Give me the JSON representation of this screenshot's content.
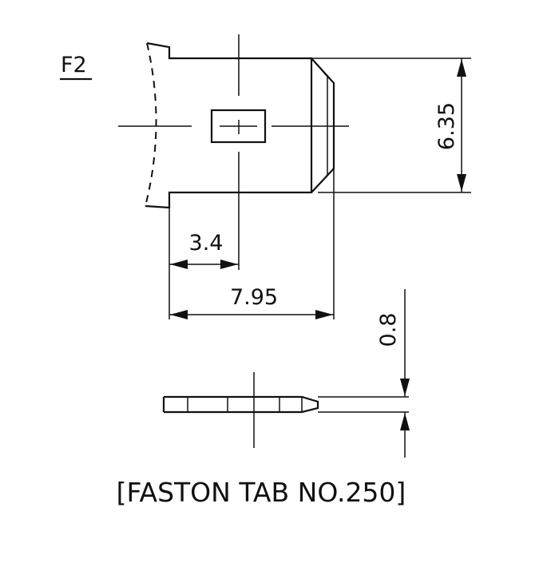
{
  "drawing": {
    "label": "F2",
    "caption": "[FASTON TAB NO.250]",
    "dimensions": {
      "height": "6.35",
      "hole_offset": "3.4",
      "length": "7.95",
      "thickness": "0.8"
    }
  },
  "colors": {
    "line": "#111111",
    "background": "#ffffff"
  }
}
